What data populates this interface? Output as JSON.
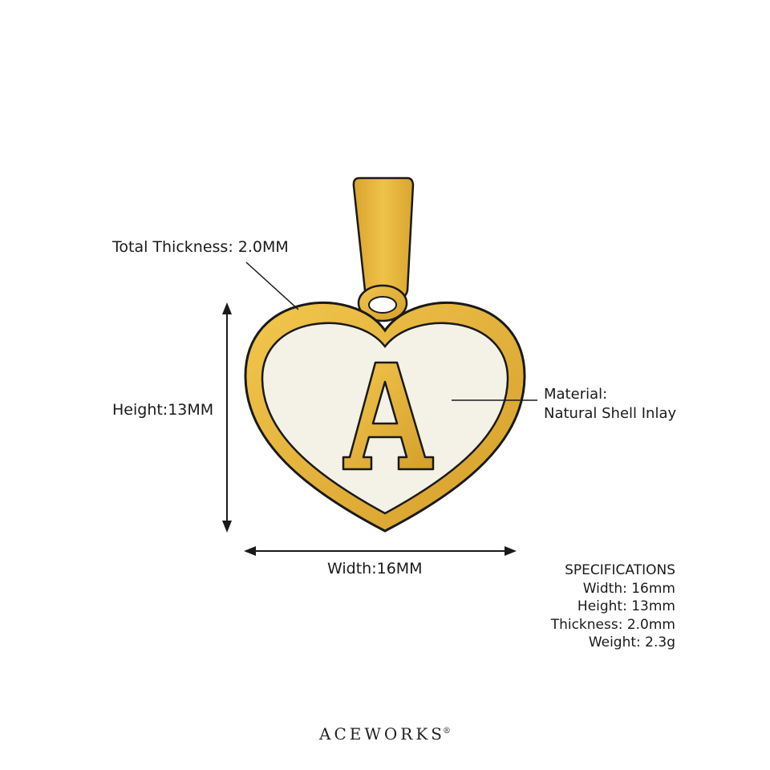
{
  "annotations": {
    "thickness": "Total Thickness: 2.0MM",
    "height": "Height:13MM",
    "width": "Width:16MM",
    "material_title": "Material:",
    "material_value": "Natural Shell Inlay"
  },
  "pendant": {
    "letter": "A",
    "gold_color": "#e3b23c",
    "gold_dark": "#b98a1c",
    "inlay_color": "#f4f1e6"
  },
  "specifications": {
    "title": "SPECIFICATIONS",
    "lines": [
      "Width: 16mm",
      "Height: 13mm",
      "Thickness: 2.0mm",
      "Weight: 2.3g"
    ]
  },
  "brand": {
    "name": "ACEWORKS",
    "mark": "®"
  }
}
